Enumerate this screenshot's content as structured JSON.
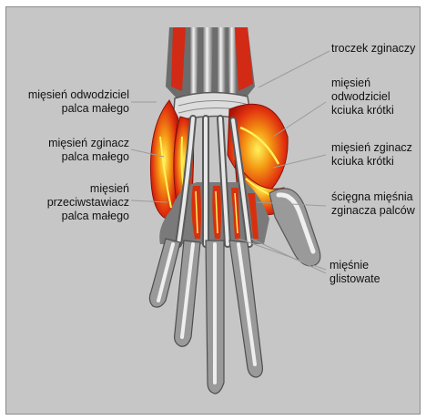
{
  "labels": {
    "troczek": [
      "troczek zginaczy"
    ],
    "odwodziciel_malego": [
      "mięsień odwodziciel",
      "palca małego"
    ],
    "zginacz_malego": [
      "mięsień zginacz",
      "palca małego"
    ],
    "przeciwstawiacz": [
      "mięsień",
      "przeciwstawiacz",
      "palca małego"
    ],
    "odwodziciel_kciuka": [
      "mięsień",
      "odwodziciel",
      "kciuka krótki"
    ],
    "zginacz_kciuka": [
      "mięsień zginacz",
      "kciuka krótki"
    ],
    "sciegna": [
      "ścięgna mięśnia",
      "zginacza palców"
    ],
    "glistowate": [
      "mięśnie",
      "glistowate"
    ]
  },
  "colors": {
    "background": "#c6c6c6",
    "bone": "#e4e4e4",
    "bone_shadow": "#6e6e6e",
    "muscle_red": "#d42010",
    "muscle_orange": "#f07a10",
    "muscle_yellow": "#fff15a"
  }
}
